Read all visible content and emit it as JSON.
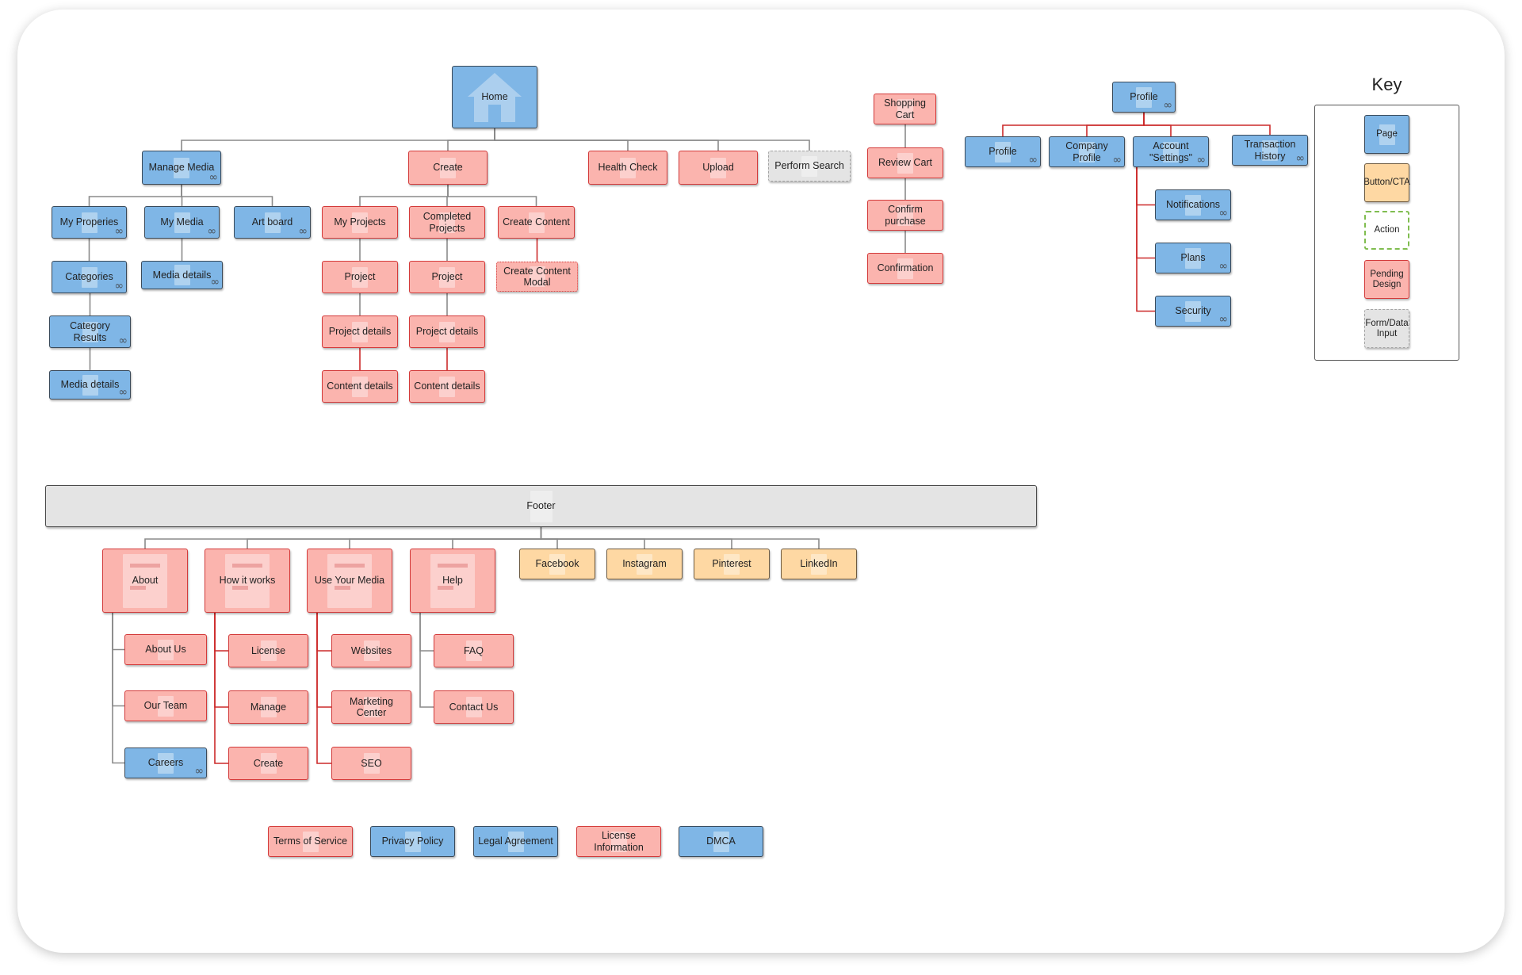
{
  "diagram": {
    "key": {
      "title": "Key",
      "items": [
        {
          "id": "key-page",
          "label": "Page",
          "kind": "page"
        },
        {
          "id": "key-cta",
          "label": "Button/CTA",
          "kind": "cta"
        },
        {
          "id": "key-action",
          "label": "Action",
          "kind": "action"
        },
        {
          "id": "key-pending",
          "label": "Pending Design",
          "kind": "pending"
        },
        {
          "id": "key-form",
          "label": "Form/Data Input",
          "kind": "form"
        }
      ]
    },
    "nodes": [
      {
        "id": "home",
        "label": "Home",
        "kind": "page",
        "icon": "house-icon"
      },
      {
        "id": "manage-media",
        "label": "Manage Media",
        "kind": "page",
        "icon": "link-icon"
      },
      {
        "id": "create",
        "label": "Create",
        "kind": "pending"
      },
      {
        "id": "health-check",
        "label": "Health Check",
        "kind": "pending"
      },
      {
        "id": "upload",
        "label": "Upload",
        "kind": "pending"
      },
      {
        "id": "perform-search",
        "label": "Perform Search",
        "kind": "form"
      },
      {
        "id": "my-properies",
        "label": "My Properies",
        "kind": "page",
        "icon": "link-icon"
      },
      {
        "id": "my-media",
        "label": "My Media",
        "kind": "page",
        "icon": "link-icon"
      },
      {
        "id": "art-board",
        "label": "Art board",
        "kind": "page",
        "icon": "link-icon"
      },
      {
        "id": "categories",
        "label": "Categories",
        "kind": "page",
        "icon": "link-icon"
      },
      {
        "id": "media-details-1",
        "label": "Media details",
        "kind": "page",
        "icon": "link-icon"
      },
      {
        "id": "category-results",
        "label": "Category Results",
        "kind": "page",
        "icon": "link-icon"
      },
      {
        "id": "media-details-2",
        "label": "Media details",
        "kind": "page",
        "icon": "link-icon"
      },
      {
        "id": "my-projects",
        "label": "My Projects",
        "kind": "pending"
      },
      {
        "id": "completed-projects",
        "label": "Completed Projects",
        "kind": "pending"
      },
      {
        "id": "create-content",
        "label": "Create Content",
        "kind": "pending"
      },
      {
        "id": "create-content-modal",
        "label": "Create Content Modal",
        "kind": "pending-dotted"
      },
      {
        "id": "project-1",
        "label": "Project",
        "kind": "pending"
      },
      {
        "id": "project-2",
        "label": "Project",
        "kind": "pending"
      },
      {
        "id": "project-details-1",
        "label": "Project details",
        "kind": "pending"
      },
      {
        "id": "project-details-2",
        "label": "Project details",
        "kind": "pending"
      },
      {
        "id": "content-details-1",
        "label": "Content details",
        "kind": "pending"
      },
      {
        "id": "content-details-2",
        "label": "Content details",
        "kind": "pending"
      },
      {
        "id": "shopping-cart",
        "label": "Shopping Cart",
        "kind": "pending"
      },
      {
        "id": "review-cart",
        "label": "Review Cart",
        "kind": "pending"
      },
      {
        "id": "confirm-purchase",
        "label": "Confirm purchase",
        "kind": "pending"
      },
      {
        "id": "confirmation",
        "label": "Confirmation",
        "kind": "pending"
      },
      {
        "id": "profile-root",
        "label": "Profile",
        "kind": "page",
        "icon": "link-icon"
      },
      {
        "id": "profile",
        "label": "Profile",
        "kind": "page",
        "icon": "link-icon"
      },
      {
        "id": "company-profile",
        "label": "Company Profile",
        "kind": "page",
        "icon": "link-icon"
      },
      {
        "id": "account-settings",
        "label": "Account \"Settings\"",
        "kind": "page",
        "icon": "link-icon"
      },
      {
        "id": "transaction-history",
        "label": "Transaction History",
        "kind": "page",
        "icon": "link-icon"
      },
      {
        "id": "notifications",
        "label": "Notifications",
        "kind": "page",
        "icon": "link-icon"
      },
      {
        "id": "plans",
        "label": "Plans",
        "kind": "page",
        "icon": "link-icon"
      },
      {
        "id": "security",
        "label": "Security",
        "kind": "page",
        "icon": "link-icon"
      },
      {
        "id": "footer",
        "label": "Footer",
        "kind": "footer"
      },
      {
        "id": "about",
        "label": "About",
        "kind": "pending"
      },
      {
        "id": "how-it-works",
        "label": "How it works",
        "kind": "pending"
      },
      {
        "id": "use-your-media",
        "label": "Use Your Media",
        "kind": "pending"
      },
      {
        "id": "help",
        "label": "Help",
        "kind": "pending"
      },
      {
        "id": "facebook",
        "label": "Facebook",
        "kind": "cta"
      },
      {
        "id": "instagram",
        "label": "Instagram",
        "kind": "cta"
      },
      {
        "id": "pinterest",
        "label": "Pinterest",
        "kind": "cta"
      },
      {
        "id": "linkedin",
        "label": "LinkedIn",
        "kind": "cta"
      },
      {
        "id": "about-us",
        "label": "About Us",
        "kind": "pending"
      },
      {
        "id": "our-team",
        "label": "Our Team",
        "kind": "pending"
      },
      {
        "id": "careers",
        "label": "Careers",
        "kind": "page",
        "icon": "link-icon"
      },
      {
        "id": "license",
        "label": "License",
        "kind": "pending"
      },
      {
        "id": "manage",
        "label": "Manage",
        "kind": "pending"
      },
      {
        "id": "create-2",
        "label": "Create",
        "kind": "pending"
      },
      {
        "id": "websites",
        "label": "Websites",
        "kind": "pending"
      },
      {
        "id": "marketing-center",
        "label": "Marketing Center",
        "kind": "pending"
      },
      {
        "id": "seo",
        "label": "SEO",
        "kind": "pending"
      },
      {
        "id": "faq",
        "label": "FAQ",
        "kind": "pending"
      },
      {
        "id": "contact-us",
        "label": "Contact Us",
        "kind": "pending"
      },
      {
        "id": "terms-of-service",
        "label": "Terms of Service",
        "kind": "pending"
      },
      {
        "id": "privacy-policy",
        "label": "Privacy Policy",
        "kind": "page"
      },
      {
        "id": "legal-agreement",
        "label": "Legal Agreement",
        "kind": "page"
      },
      {
        "id": "license-information",
        "label": "License Information",
        "kind": "pending"
      },
      {
        "id": "dmca",
        "label": "DMCA",
        "kind": "page"
      }
    ],
    "edges": [
      {
        "from": "home",
        "to": "manage-media",
        "color": "#8a8a8a"
      },
      {
        "from": "home",
        "to": "create",
        "color": "#8a8a8a"
      },
      {
        "from": "home",
        "to": "health-check",
        "color": "#8a8a8a"
      },
      {
        "from": "home",
        "to": "upload",
        "color": "#8a8a8a"
      },
      {
        "from": "home",
        "to": "perform-search",
        "color": "#8a8a8a"
      },
      {
        "from": "manage-media",
        "to": "my-properies",
        "color": "#8a8a8a"
      },
      {
        "from": "manage-media",
        "to": "my-media",
        "color": "#8a8a8a"
      },
      {
        "from": "manage-media",
        "to": "art-board",
        "color": "#8a8a8a"
      },
      {
        "from": "my-properies",
        "to": "categories",
        "color": "#8a8a8a"
      },
      {
        "from": "categories",
        "to": "category-results",
        "color": "#8a8a8a"
      },
      {
        "from": "category-results",
        "to": "media-details-2",
        "color": "#8a8a8a"
      },
      {
        "from": "my-media",
        "to": "media-details-1",
        "color": "#8a8a8a"
      },
      {
        "from": "create",
        "to": "my-projects",
        "color": "#8a8a8a"
      },
      {
        "from": "create",
        "to": "completed-projects",
        "color": "#8a8a8a"
      },
      {
        "from": "create",
        "to": "create-content",
        "color": "#8a8a8a"
      },
      {
        "from": "my-projects",
        "to": "project-1",
        "color": "#8a8a8a"
      },
      {
        "from": "project-1",
        "to": "project-details-1",
        "color": "#8a8a8a"
      },
      {
        "from": "project-details-1",
        "to": "content-details-1",
        "color": "#cc2a2a"
      },
      {
        "from": "completed-projects",
        "to": "project-2",
        "color": "#8a8a8a"
      },
      {
        "from": "project-2",
        "to": "project-details-2",
        "color": "#8a8a8a"
      },
      {
        "from": "project-details-2",
        "to": "content-details-2",
        "color": "#cc2a2a"
      },
      {
        "from": "create-content",
        "to": "create-content-modal",
        "color": "#cc2a2a"
      },
      {
        "from": "shopping-cart",
        "to": "review-cart",
        "color": "#8a8a8a"
      },
      {
        "from": "review-cart",
        "to": "confirm-purchase",
        "color": "#8a8a8a"
      },
      {
        "from": "confirm-purchase",
        "to": "confirmation",
        "color": "#8a8a8a"
      },
      {
        "from": "profile-root",
        "to": "profile",
        "color": "#cc2a2a"
      },
      {
        "from": "profile-root",
        "to": "company-profile",
        "color": "#cc2a2a"
      },
      {
        "from": "profile-root",
        "to": "account-settings",
        "color": "#cc2a2a"
      },
      {
        "from": "profile-root",
        "to": "transaction-history",
        "color": "#cc2a2a"
      },
      {
        "from": "account-settings",
        "to": "notifications",
        "color": "#cc2a2a"
      },
      {
        "from": "account-settings",
        "to": "plans",
        "color": "#cc2a2a"
      },
      {
        "from": "account-settings",
        "to": "security",
        "color": "#cc2a2a"
      },
      {
        "from": "footer",
        "to": "about",
        "color": "#8a8a8a"
      },
      {
        "from": "footer",
        "to": "how-it-works",
        "color": "#8a8a8a"
      },
      {
        "from": "footer",
        "to": "use-your-media",
        "color": "#8a8a8a"
      },
      {
        "from": "footer",
        "to": "help",
        "color": "#8a8a8a"
      },
      {
        "from": "footer",
        "to": "facebook",
        "color": "#8a8a8a"
      },
      {
        "from": "footer",
        "to": "instagram",
        "color": "#8a8a8a"
      },
      {
        "from": "footer",
        "to": "pinterest",
        "color": "#8a8a8a"
      },
      {
        "from": "footer",
        "to": "linkedin",
        "color": "#8a8a8a"
      },
      {
        "from": "about",
        "to": "about-us",
        "color": "#8a8a8a"
      },
      {
        "from": "about",
        "to": "our-team",
        "color": "#8a8a8a"
      },
      {
        "from": "about",
        "to": "careers",
        "color": "#8a8a8a"
      },
      {
        "from": "how-it-works",
        "to": "license",
        "color": "#cc2a2a"
      },
      {
        "from": "how-it-works",
        "to": "manage",
        "color": "#cc2a2a"
      },
      {
        "from": "how-it-works",
        "to": "create-2",
        "color": "#cc2a2a"
      },
      {
        "from": "use-your-media",
        "to": "websites",
        "color": "#cc2a2a"
      },
      {
        "from": "use-your-media",
        "to": "marketing-center",
        "color": "#cc2a2a"
      },
      {
        "from": "use-your-media",
        "to": "seo",
        "color": "#cc2a2a"
      },
      {
        "from": "help",
        "to": "faq",
        "color": "#8a8a8a"
      },
      {
        "from": "help",
        "to": "contact-us",
        "color": "#8a8a8a"
      }
    ]
  }
}
